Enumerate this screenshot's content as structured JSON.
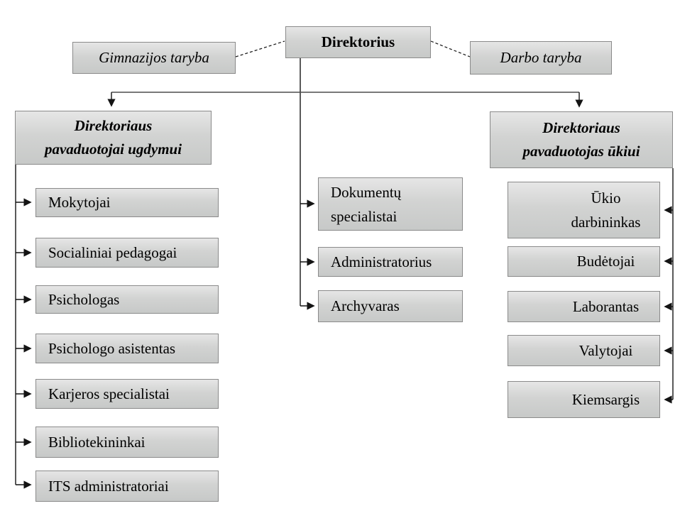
{
  "root_label": "Direktorius",
  "left_council": "Gimnazijos taryba",
  "right_council": "Darbo taryba",
  "left_branch": {
    "header_line1": "Direktoriaus",
    "header_line2": "pavaduotojai ugdymui",
    "items": [
      "Mokytojai",
      "Socialiniai pedagogai",
      "Psichologas",
      "Psichologo asistentas",
      "Karjeros specialistai",
      "Bibliotekininkai",
      "ITS administratoriai"
    ]
  },
  "middle_branch": {
    "item1_line1": "Dokumentų",
    "item1_line2": "specialistai",
    "items_rest": [
      "Administratorius",
      "Archyvaras"
    ]
  },
  "right_branch": {
    "header_line1": "Direktoriaus",
    "header_line2": "pavaduotojas ūkiui",
    "item1_line1": "Ūkio",
    "item1_line2": "darbininkas",
    "items_rest": [
      "Budėtojai",
      "Laborantas",
      "Valytojai",
      "Kiemsargis"
    ]
  },
  "colors": {
    "box_fill_top": "#e6e6e6",
    "box_fill_bottom": "#c7c9c8",
    "box_border": "#8a8a8a",
    "connector_color": "#141414",
    "branch_line_color": "#4d4d4d",
    "text_color": "#000000",
    "background": "#ffffff"
  }
}
